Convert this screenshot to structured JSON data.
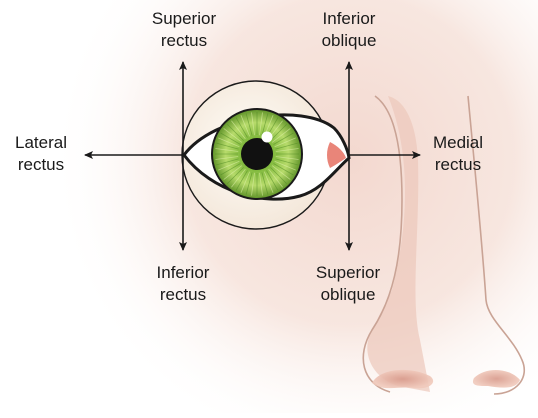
{
  "labels": {
    "superior_rectus": [
      "Superior",
      "rectus"
    ],
    "inferior_oblique": [
      "Inferior",
      "oblique"
    ],
    "lateral_rectus": [
      "Lateral",
      "rectus"
    ],
    "medial_rectus": [
      "Medial",
      "rectus"
    ],
    "inferior_rectus": [
      "Inferior",
      "rectus"
    ],
    "superior_oblique": [
      "Superior",
      "oblique"
    ]
  },
  "colors": {
    "skin_glow": "#f3d8cf",
    "nose_shadow": "#e7c2b6",
    "iris_outer": "#6aa032",
    "iris_inner": "#bfe07a",
    "pupil": "#111111",
    "caruncle": "#e98579",
    "outline": "#1a1a1a"
  }
}
